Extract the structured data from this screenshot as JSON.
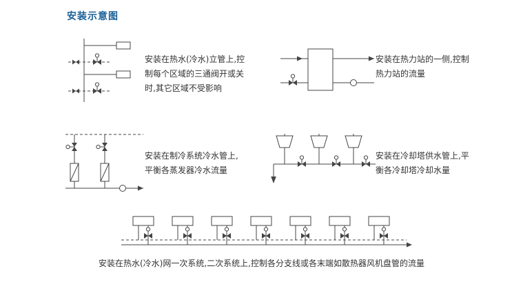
{
  "page": {
    "title": "安装示意图"
  },
  "colors": {
    "title_blue": "#1a6097",
    "body_text": "#333333",
    "diagram_line": "#444444",
    "background": "#ffffff"
  },
  "captions": {
    "riser": [
      "安装在热水(冷水)立管上,控",
      "制每个区域的三通阀开或关",
      "时,其它区域不受影响"
    ],
    "station": [
      "安装在热力站的一侧,控制",
      "热力站的流量"
    ],
    "chiller": [
      "安装在制冷系统冷水管上,",
      "平衡各蒸发器冷水流量"
    ],
    "tower": [
      "安装在冷却塔供水管上,平",
      "衡各冷却塔冷却水量"
    ],
    "network": "安装在热水(冷水)网一次系统,二次系统上,控制各分支线或各末端如散热器风机盘管的流量"
  },
  "icons": {
    "control-valve-icon": "bowtie valve with actuator stem and circle",
    "shutoff-valve-icon": "solid bowtie valve",
    "pump-icon": "open circle on pipe",
    "radiator-icon": "small rectangle",
    "heat-exchanger-icon": "tall rectangle",
    "evaporator-icon": "hatched rectangle vessel",
    "cooling-tower-icon": "trapezoid tower",
    "fan-coil-unit-icon": "small rectangle terminal unit",
    "flow-arrow-icon": "filled triangle arrowhead"
  }
}
